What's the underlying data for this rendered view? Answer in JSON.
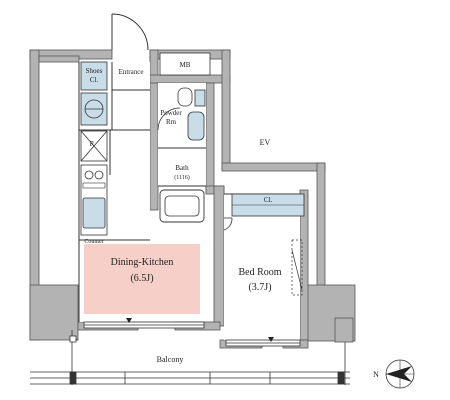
{
  "labels": {
    "shoes_cl": [
      "Shoes",
      "Cl."
    ],
    "entrance": "Entrance",
    "mb": "MB",
    "powder_rm": [
      "Powder",
      "Rm"
    ],
    "bath": [
      "Bath",
      "(1116)"
    ],
    "ev": "EV",
    "cl": "Cl.",
    "dining_kitchen": [
      "Dining-Kitchen",
      "(6.5J)"
    ],
    "bed_room": [
      "Bed Room",
      "(3.7J)"
    ],
    "counter": "Counter",
    "balcony": "Balcony",
    "compass": "N"
  },
  "colors": {
    "wall": "#b3b3b3",
    "wall_edge": "#555555",
    "line": "#333333",
    "fixture_blue": "#c8dde8",
    "dining_highlight": "#f6d0c8",
    "floor": "#ffffff"
  }
}
